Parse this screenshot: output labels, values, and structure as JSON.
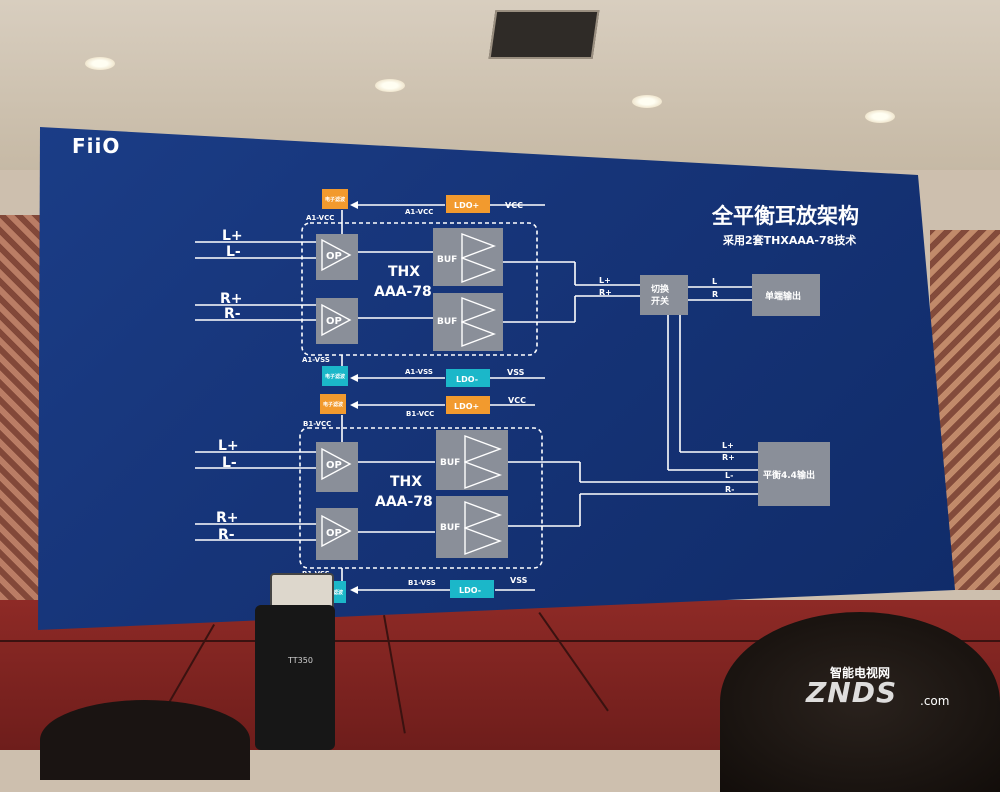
{
  "brand": "FiiO",
  "title": "全平衡耳放架构",
  "subtitle": "采用2套THXAAA-78技术",
  "top_block": {
    "inputs": [
      "L+",
      "L-",
      "R+",
      "R-"
    ],
    "op": "OP",
    "buf": "BUF",
    "chip_line1": "THX",
    "chip_line2": "AAA-78",
    "rail_pos": "A1-VCC",
    "rail_neg": "A1-VSS",
    "ldo_pos": "LDO+",
    "ldo_neg": "LDO-",
    "vcc": "VCC",
    "vss": "VSS",
    "cap": "电子滤波"
  },
  "bottom_block": {
    "inputs": [
      "L+",
      "L-",
      "R+",
      "R-"
    ],
    "op": "OP",
    "buf": "BUF",
    "chip_line1": "THX",
    "chip_line2": "AAA-78",
    "rail_pos": "B1-VCC",
    "rail_neg": "B1-VSS",
    "ldo_pos": "LDO+",
    "ldo_neg": "LDO-",
    "vcc": "VCC",
    "vss": "VSS",
    "cap": "电子滤波"
  },
  "switch": {
    "line1": "切换",
    "line2": "开关",
    "in": [
      "L+",
      "R+"
    ],
    "out": [
      "L",
      "R"
    ]
  },
  "single_out": "单端输出",
  "balanced_out": "平衡4.4输出",
  "balanced_in": [
    "L+",
    "R+",
    "L-",
    "R-"
  ],
  "camera_label": "TT350",
  "watermark": {
    "cn": "智能电视网",
    "en": "ZNDS",
    "com": ".com"
  },
  "colors": {
    "screen": "#163478",
    "box": "#8a8f99",
    "orange": "#f29a2e",
    "cyan": "#1bb7c9"
  }
}
